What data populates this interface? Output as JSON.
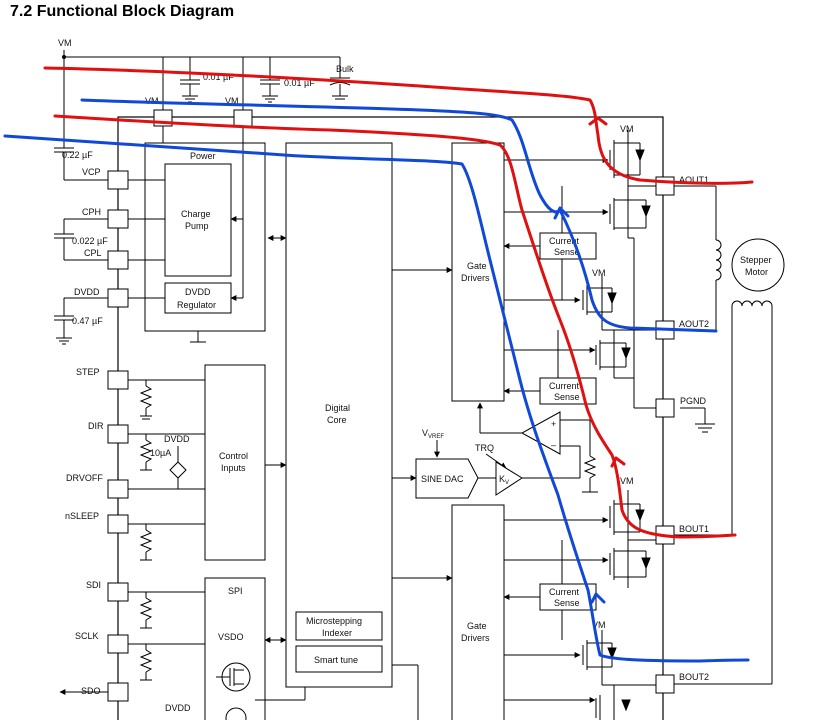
{
  "title": "7.2 Functional Block Diagram",
  "colors": {
    "wire": "#000000",
    "red_annotation": "#e01010",
    "blue_annotation": "#1048d8"
  },
  "caps": {
    "c1": "0.01 µF",
    "c2": "0.01 µF",
    "bulk": "Bulk",
    "vcp_cap": "0.22 µF",
    "cph_cap": "0.022 µF",
    "dvdd_cap": "0.47 µF"
  },
  "supply": {
    "vm_top": "VM",
    "vm_pin1": "VM",
    "vm_pin2": "VM"
  },
  "left_pins": {
    "vcp": "VCP",
    "cph": "CPH",
    "cpl": "CPL",
    "dvdd": "DVDD",
    "step": "STEP",
    "dir": "DIR",
    "drvoff": "DRVOFF",
    "nsleep": "nSLEEP",
    "sdi": "SDI",
    "sclk": "SCLK",
    "sdo": "SDO"
  },
  "blocks": {
    "power": "Power",
    "charge_pump_1": "Charge",
    "charge_pump_2": "Pump",
    "dvdd_reg_1": "DVDD",
    "dvdd_reg_2": "Regulator",
    "control_1": "Control",
    "control_2": "Inputs",
    "digital_core_1": "Digital",
    "digital_core_2": "Core",
    "microstep_1": "Microstepping",
    "microstep_2": "Indexer",
    "smart_tune": "Smart tune",
    "spi": "SPI",
    "vsdo": "VSDO",
    "dvdd_bottom": "DVDD",
    "gate_drivers_1": "Gate",
    "gate_drivers_2": "Drivers",
    "gate_drivers_b1": "Gate",
    "gate_drivers_b2": "Drivers",
    "sine_dac": "SINE DAC",
    "trq": "TRQ",
    "vref": "V",
    "vref_sub": "VREF",
    "kv": "K",
    "kv_sub": "V",
    "current_1": "Current",
    "sense_1": "Sense",
    "current_2": "Current",
    "sense_2": "Sense",
    "current_3": "Current",
    "sense_3": "Sense",
    "dvdd_input": "DVDD",
    "i_10ua": "10µA"
  },
  "right_pins": {
    "aout1": "AOUT1",
    "aout2": "AOUT2",
    "pgnd": "PGND",
    "bout1": "BOUT1",
    "bout2": "BOUT2"
  },
  "fet_vm": {
    "vm_a1": "VM",
    "vm_a2": "VM",
    "vm_b1": "VM",
    "vm_b2": "VM"
  },
  "motor": {
    "label1": "Stepper",
    "label2": "Motor"
  }
}
